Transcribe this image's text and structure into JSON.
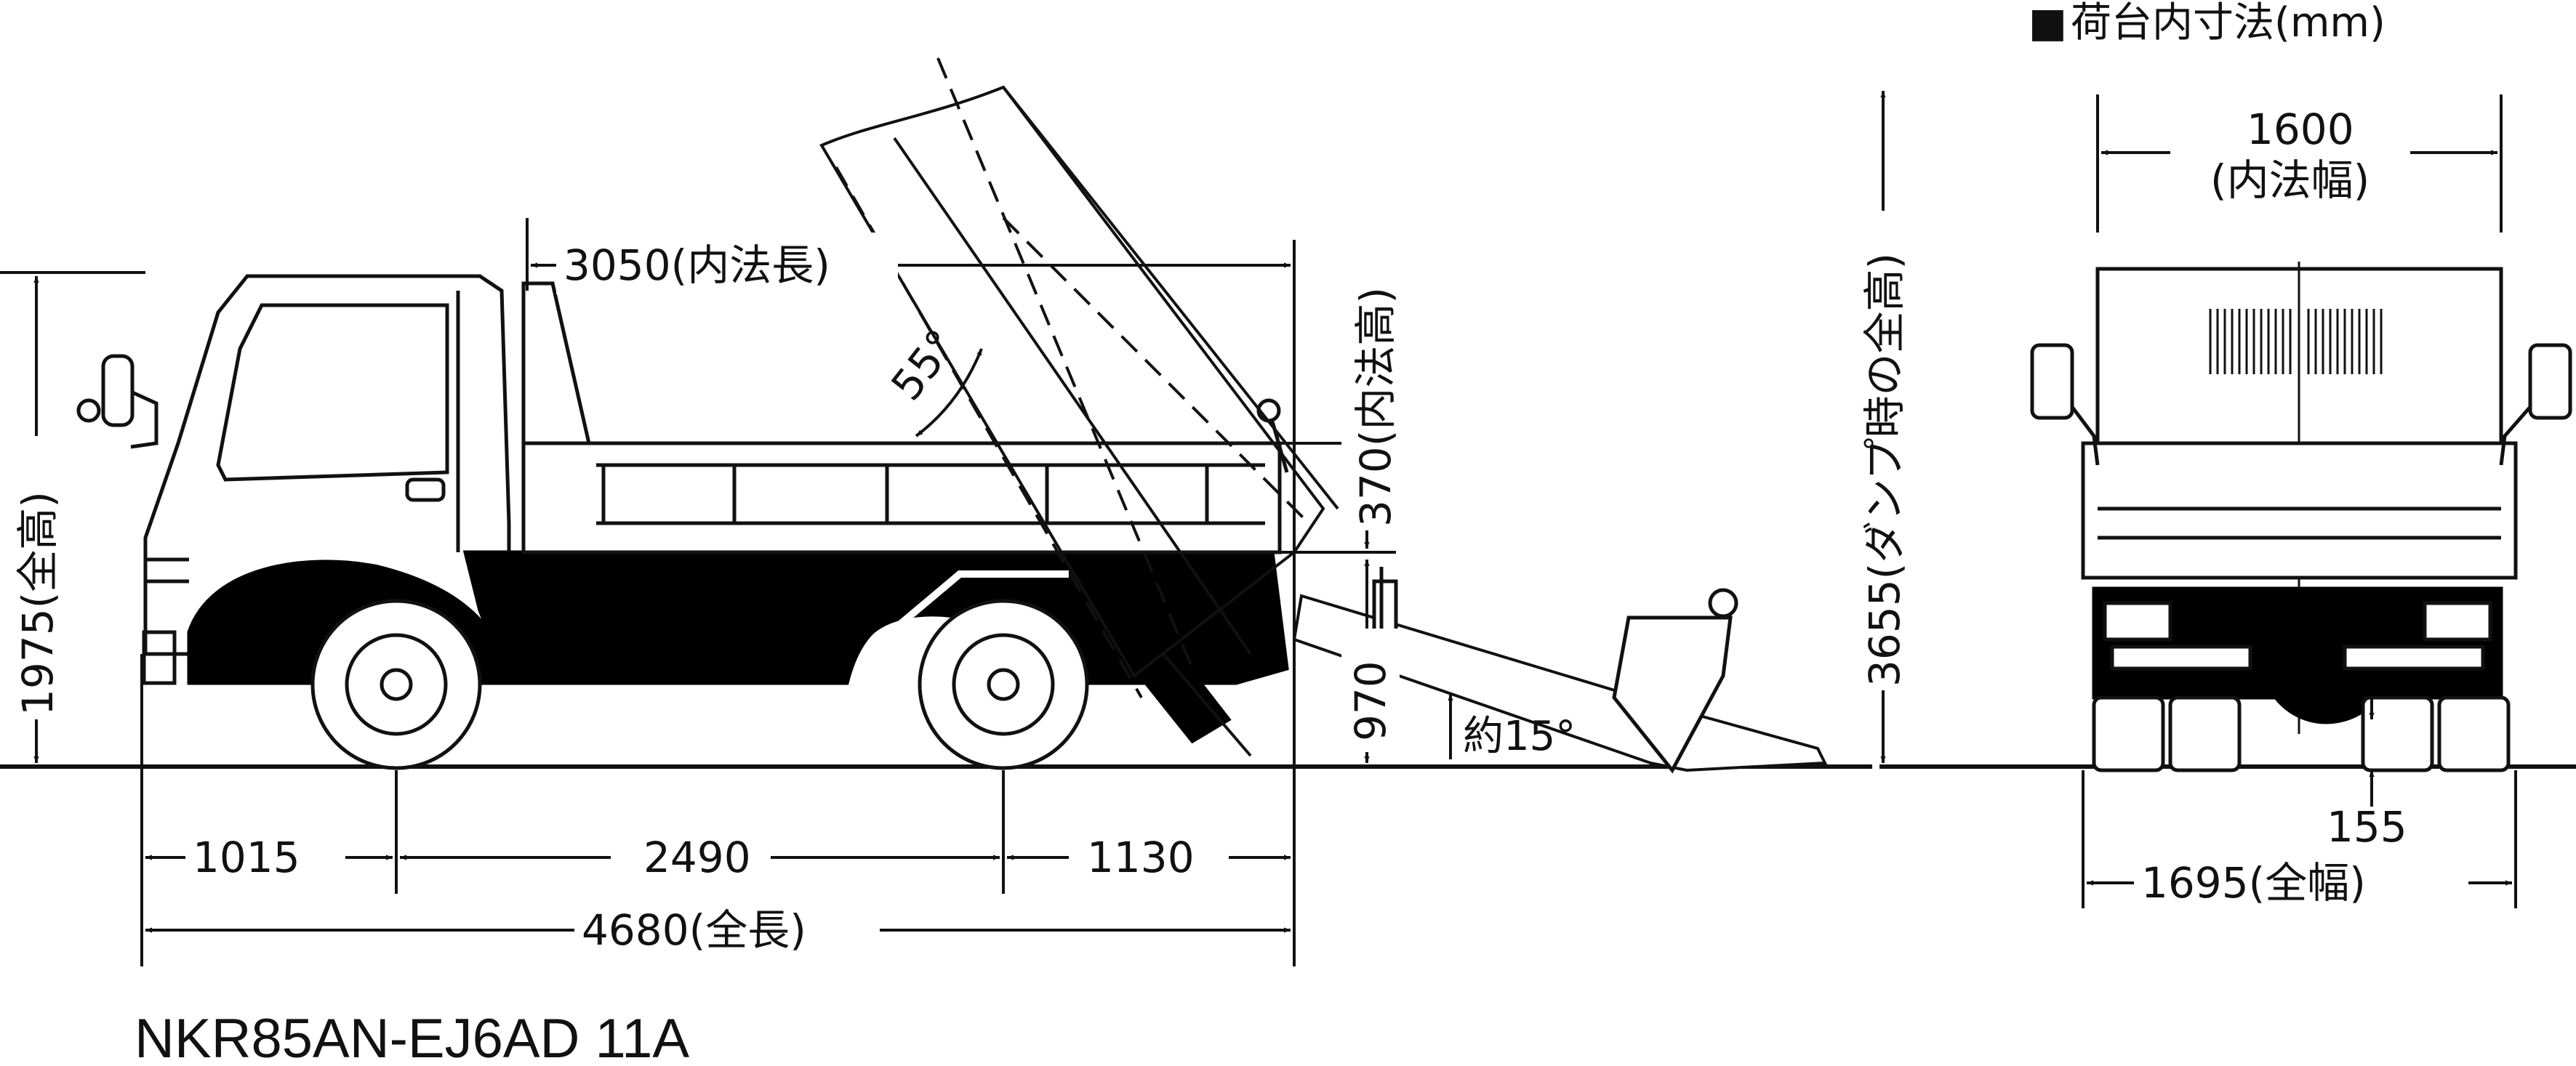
{
  "header": {
    "legend_mark": "■",
    "legend_text": "荷台内寸法(mm)"
  },
  "model_code": "NKR85AN-EJ6AD 11A",
  "side_view": {
    "inner_length": "3050(内法長)",
    "inner_height": "370(内法高)",
    "overall_height": "1975(全高)",
    "dump_height": "3655(ダンプ時の全高)",
    "dump_angle": "55°",
    "floor_height": "970",
    "tail_angle": "約15°",
    "front_overhang": "1015",
    "wheelbase": "2490",
    "rear_overhang": "1130",
    "overall_length": "4680(全長)"
  },
  "rear_view": {
    "inner_width_value": "1600",
    "inner_width_label": "(内法幅)",
    "ground_clearance": "155",
    "overall_width": "1695(全幅)"
  }
}
